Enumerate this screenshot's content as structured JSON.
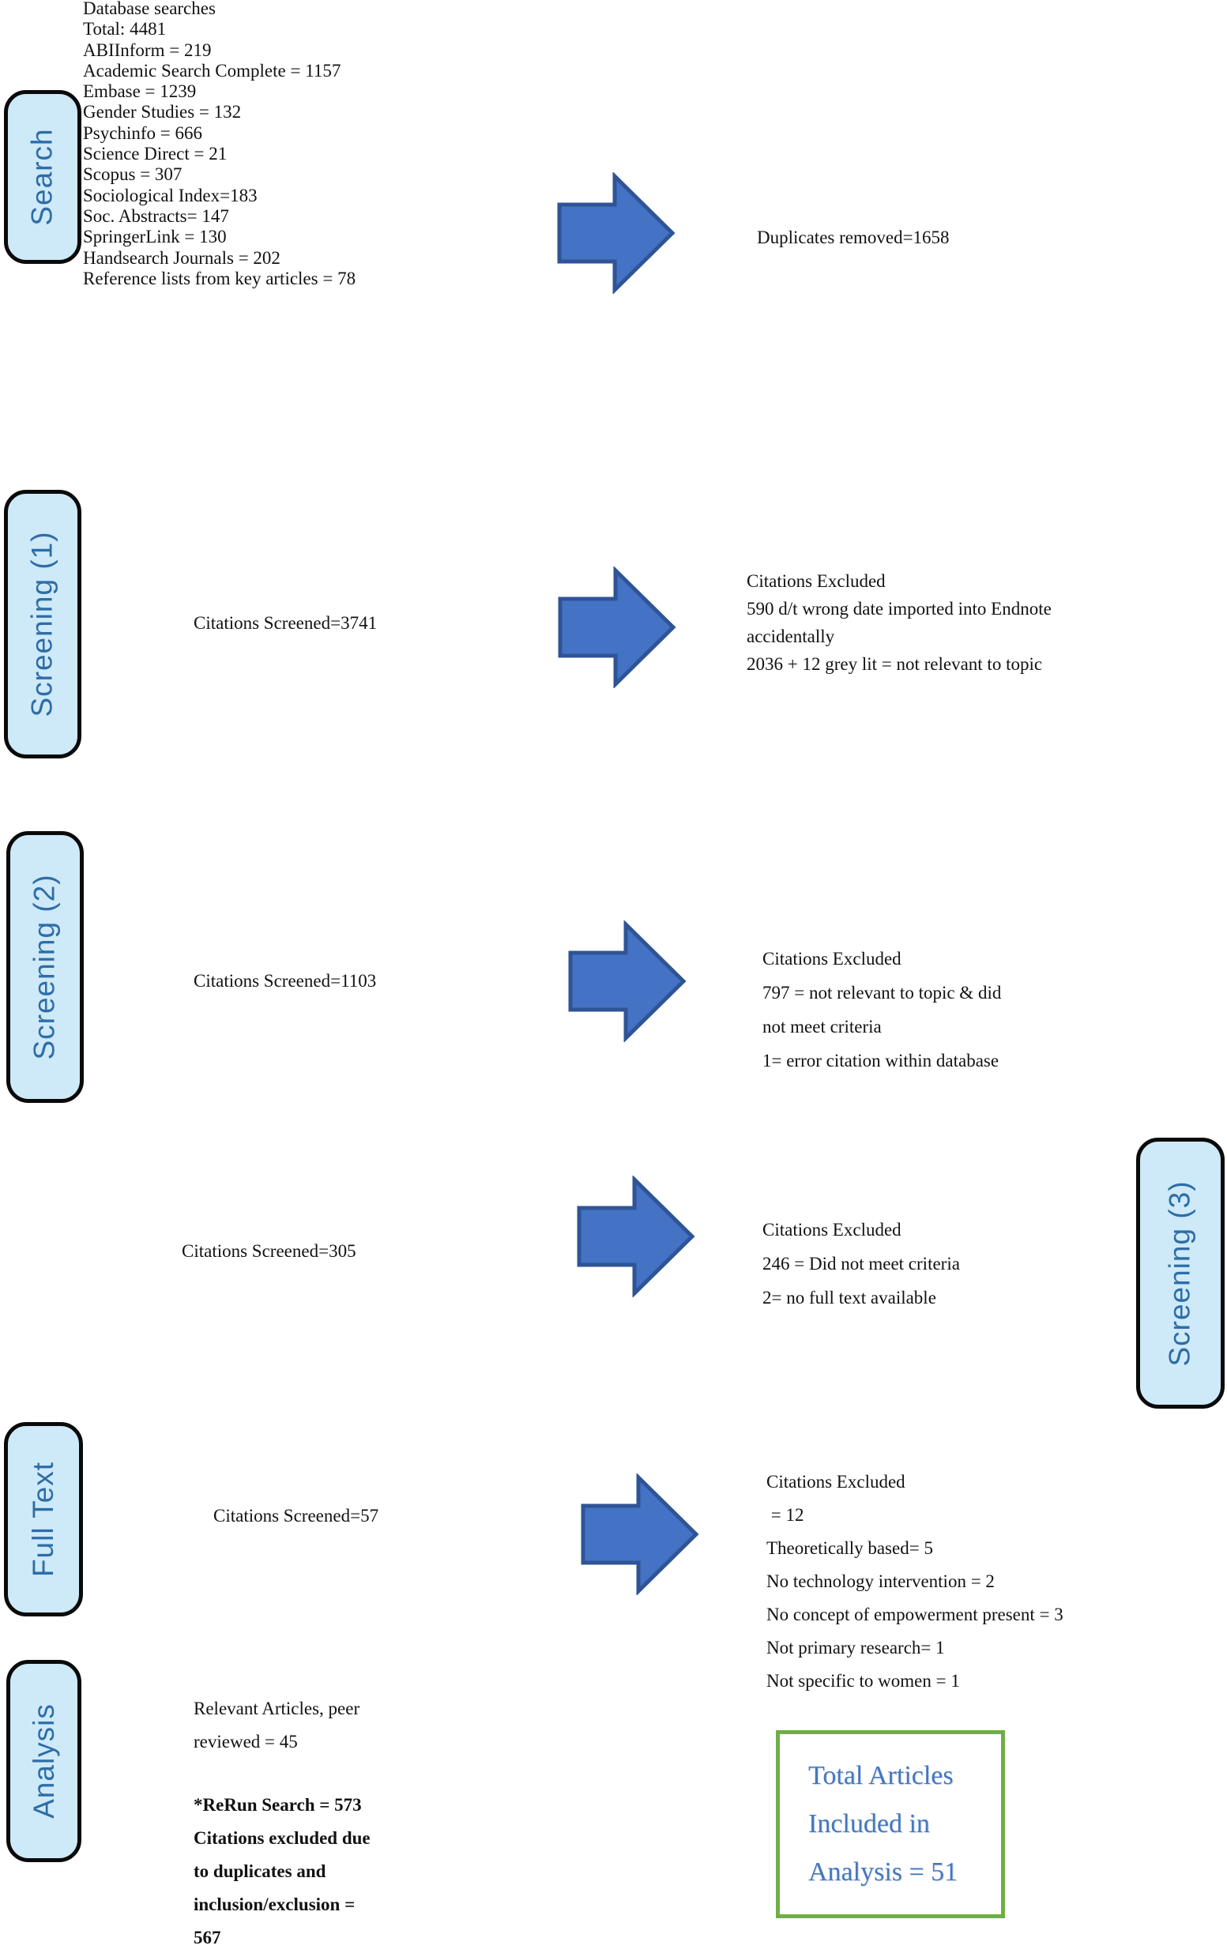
{
  "colors": {
    "label_fill": "#CEE9F8",
    "label_text": "#2E6DA6",
    "label_border": "#0a0a0a",
    "arrow_fill": "#4472C4",
    "arrow_stroke": "#2F5496",
    "result_border": "#6FAE46",
    "result_text": "#4577BE",
    "body_text": "#121212"
  },
  "stages": {
    "search": "Search",
    "screening1": "Screening (1)",
    "screening2": "Screening (2)",
    "screening3": "Screening (3)",
    "fulltext": "Full Text",
    "analysis": "Analysis"
  },
  "search": {
    "db_lines": [
      "Database searches",
      "Total: 4481",
      "ABIInform = 219",
      "Academic Search Complete = 1157",
      "Embase = 1239",
      "Gender Studies = 132",
      "Psychinfo = 666",
      "Science Direct = 21",
      "Scopus = 307",
      "Sociological Index=183",
      "Soc. Abstracts= 147",
      "SpringerLink = 130",
      "Handsearch Journals = 202",
      "Reference lists from key articles = 78"
    ],
    "duplicates_removed": "Duplicates removed=1658"
  },
  "screening1": {
    "screened": "Citations Screened=3741",
    "excluded_lines": [
      "Citations Excluded",
      "590 d/t wrong date imported into Endnote",
      "accidentally",
      "2036 + 12 grey lit = not relevant to topic"
    ]
  },
  "screening2": {
    "screened": "Citations Screened=1103",
    "excluded_lines": [
      "Citations Excluded",
      "797 = not relevant to topic & did",
      "not meet criteria",
      "1= error citation within database"
    ]
  },
  "screening3": {
    "screened": "Citations Screened=305",
    "excluded_lines": [
      "Citations Excluded",
      "246 = Did not meet criteria",
      "2= no full text available"
    ]
  },
  "fulltext": {
    "screened": "Citations Screened=57",
    "excluded_lines": [
      "Citations Excluded",
      " = 12",
      "Theoretically based= 5",
      "No technology intervention = 2",
      "No concept of empowerment present = 3",
      "Not primary research= 1",
      "Not specific to women = 1"
    ]
  },
  "analysis": {
    "relevant_lines": [
      "Relevant Articles, peer",
      "reviewed = 45"
    ],
    "rerun_lines": [
      "*ReRun Search = 573",
      "Citations excluded due",
      "to duplicates and",
      "inclusion/exclusion =",
      "567"
    ],
    "result_lines": [
      "Total Articles",
      "Included in",
      "Analysis = 51"
    ]
  }
}
